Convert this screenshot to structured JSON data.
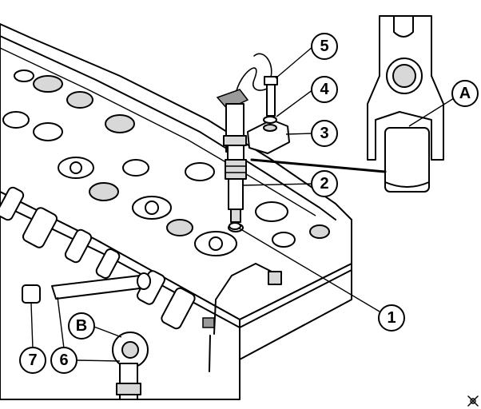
{
  "callouts": {
    "c1": "1",
    "c2": "2",
    "c3": "3",
    "c4": "4",
    "c5": "5",
    "c6": "6",
    "c7": "7",
    "cA": "A",
    "cB": "B"
  }
}
